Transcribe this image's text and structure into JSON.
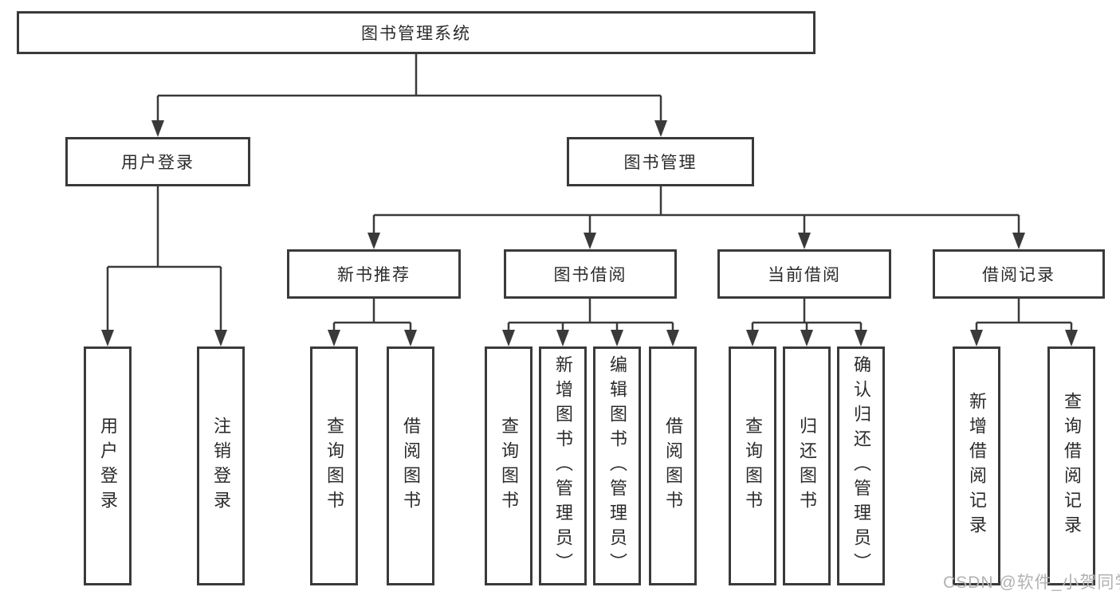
{
  "diagram": {
    "root": "图书管理系统",
    "branches": [
      {
        "label": "用户登录",
        "children": [
          "用户登录",
          "注销登录"
        ]
      },
      {
        "label": "图书管理",
        "groups": [
          {
            "label": "新书推荐",
            "children": [
              "查询图书",
              "借阅图书"
            ]
          },
          {
            "label": "图书借阅",
            "children": [
              "查询图书",
              "新增图书（管理员）",
              "编辑图书（管理员）",
              "借阅图书"
            ]
          },
          {
            "label": "当前借阅",
            "children": [
              "查询图书",
              "归还图书",
              "确认归还（管理员）"
            ]
          },
          {
            "label": "借阅记录",
            "children": [
              "新增借阅记录",
              "查询借阅记录"
            ]
          }
        ]
      }
    ]
  },
  "colors": {
    "line": "#3a3a3a",
    "box_border": "#3a3a3a",
    "text": "#2b2b2b",
    "watermark": "#b2b2b2",
    "background": "#ffffff"
  },
  "watermark": {
    "text": "CSDN @软件_小贺同学"
  }
}
